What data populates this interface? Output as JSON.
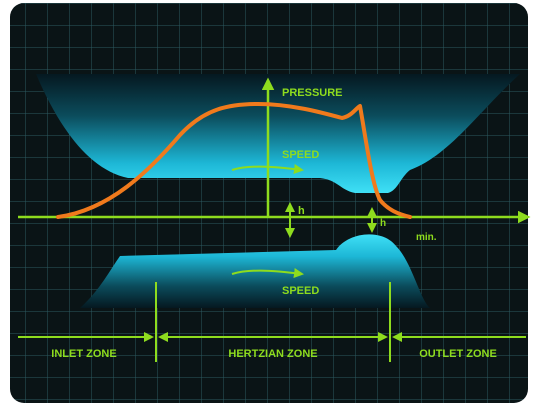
{
  "diagram": {
    "labels": {
      "pressure": "PRESSURE",
      "speed_top": "SPEED",
      "speed_bottom": "SPEED",
      "h": "h",
      "h_min_symbol": "h",
      "h_min_suffix": "min."
    },
    "zones": {
      "inlet": "INLET ZONE",
      "hertzian": "HERTZIAN ZONE",
      "outlet": "OUTLET ZONE"
    },
    "colors": {
      "background": "#0a1416",
      "grid": "#2c5a60",
      "fluid_bright": "#29d8f2",
      "fluid_dark": "#051820",
      "accent": "#8edc1e",
      "pressure_curve": "#f07a1c"
    }
  }
}
